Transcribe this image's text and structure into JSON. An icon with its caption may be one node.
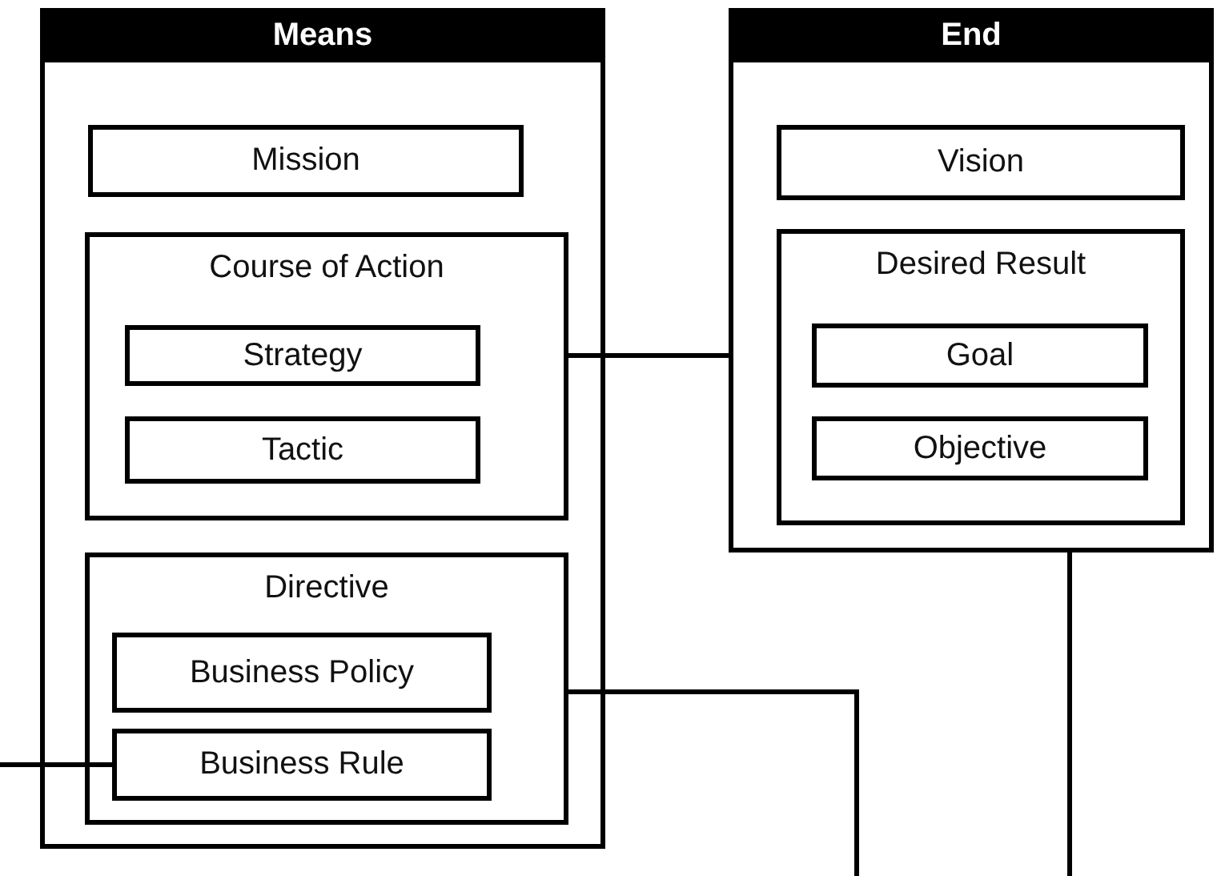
{
  "diagram": {
    "nodes": [
      {
        "text": [
          "Means"
        ]
      },
      {
        "text": [
          "Mission"
        ],
        "in": 0
      },
      {
        "text": [
          "Course of Action"
        ],
        "in": 0
      },
      {
        "text": [
          "Strategy"
        ],
        "in": 2
      },
      {
        "text": [
          "Tactic"
        ],
        "in": 2
      },
      {
        "text": [
          "Directive"
        ],
        "in": 0
      },
      {
        "text": [
          "Business Policy"
        ],
        "in": 5
      },
      {
        "text": [
          "Business Rule"
        ],
        "in": 5
      },
      {
        "text": [
          "End"
        ]
      },
      {
        "text": [
          "Vision"
        ],
        "in": 8
      },
      {
        "text": [
          "Desired Result"
        ],
        "in": 8
      },
      {
        "text": [
          "Goal"
        ],
        "in": 10
      },
      {
        "text": [
          "Objective"
        ],
        "in": 10
      }
    ],
    "edges": [
      {
        "from": 2,
        "to": 8,
        "arrow": "none"
      },
      {
        "from": null,
        "to": 7,
        "arrow": "none"
      },
      {
        "from": 5,
        "to": null,
        "arrow": "none"
      },
      {
        "from": 8,
        "to": null,
        "arrow": "none"
      }
    ]
  }
}
